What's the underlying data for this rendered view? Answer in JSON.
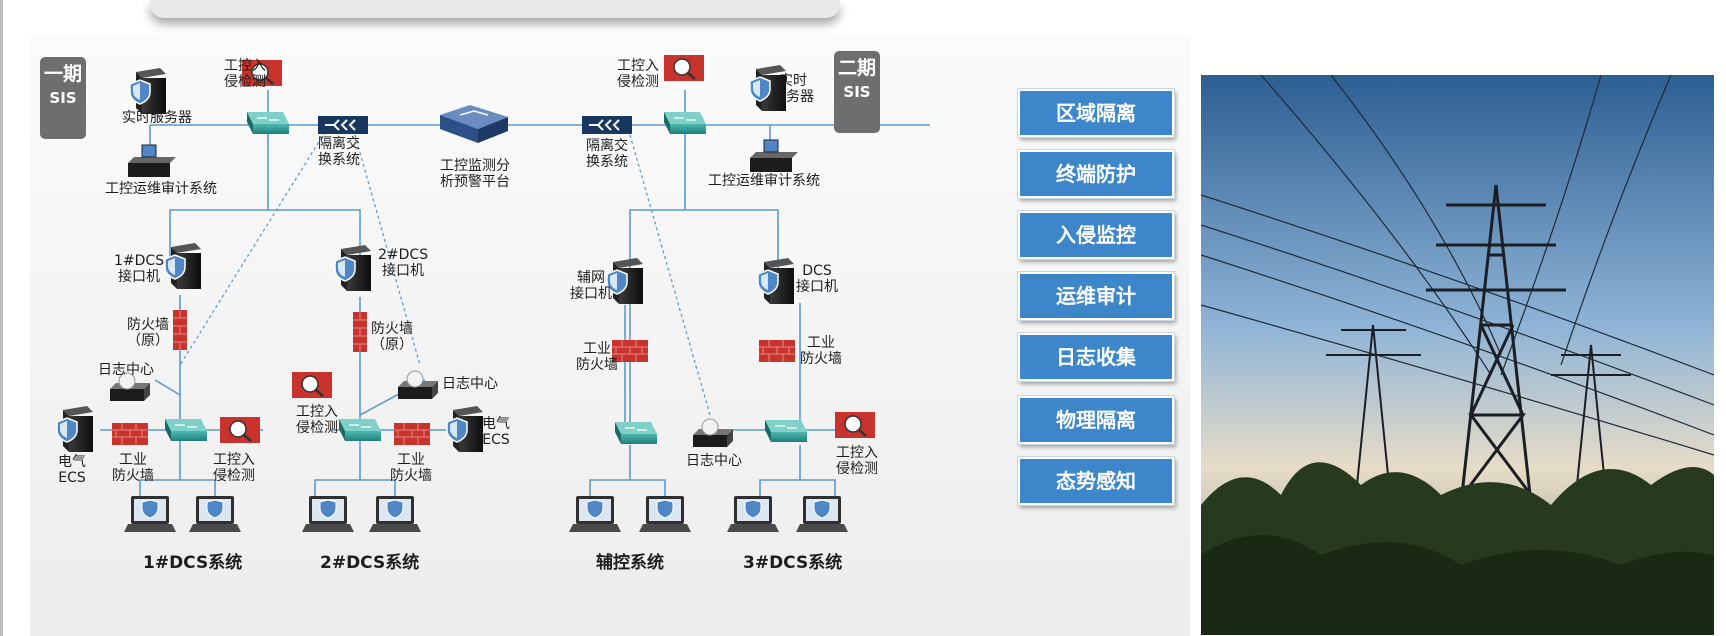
{
  "phase1": {
    "top": "一期",
    "sis": "SIS"
  },
  "phase2": {
    "top": "二期",
    "sis": "SIS"
  },
  "phase1_devices": {
    "ids_top": "工控入\n侵检测",
    "realtime_server": "实时服务器",
    "audit_system": "工控运维审计系统",
    "isolation": "隔离交\n换系统",
    "dcs1_interface": "1#DCS\n接口机",
    "dcs2_interface": "2#DCS\n接口机",
    "firewall_orig_1": "防火墙\n（原）",
    "firewall_orig_2": "防火墙\n（原）",
    "log_center_1": "日志中心",
    "log_center_2": "日志中心",
    "ids_2": "工控入\n侵检测",
    "ids_3": "工控入\n侵检测",
    "electric_ecs_1": "电气\nECS",
    "electric_ecs_2": "电气\nECS",
    "industrial_fw_1": "工业\n防火墙",
    "industrial_fw_2": "工业\n防火墙"
  },
  "center_platform": "工控监测分\n析预警平台",
  "phase2_devices": {
    "ids_top": "工控入\n侵检测",
    "realtime_server": "实时\n服务器",
    "isolation": "隔离交\n换系统",
    "audit_system": "工控运维审计系统",
    "aux_interface": "辅网\n接口机",
    "dcs_interface": "DCS\n接口机",
    "industrial_fw_1": "工业\n防火墙",
    "industrial_fw_2": "工业\n防火墙",
    "log_center": "日志中心",
    "ids_bottom": "工控入\n侵检测"
  },
  "systems": [
    "1#DCS系统",
    "2#DCS系统",
    "辅控系统",
    "3#DCS系统"
  ],
  "capabilities": [
    "区域隔离",
    "终端防护",
    "入侵监控",
    "运维审计",
    "日志收集",
    "物理隔离",
    "态势感知"
  ],
  "colors": {
    "accent": "#3d86c9",
    "phase": "#6e6e6e",
    "line": "#5b9bd0",
    "firewall": "#c8332d"
  }
}
